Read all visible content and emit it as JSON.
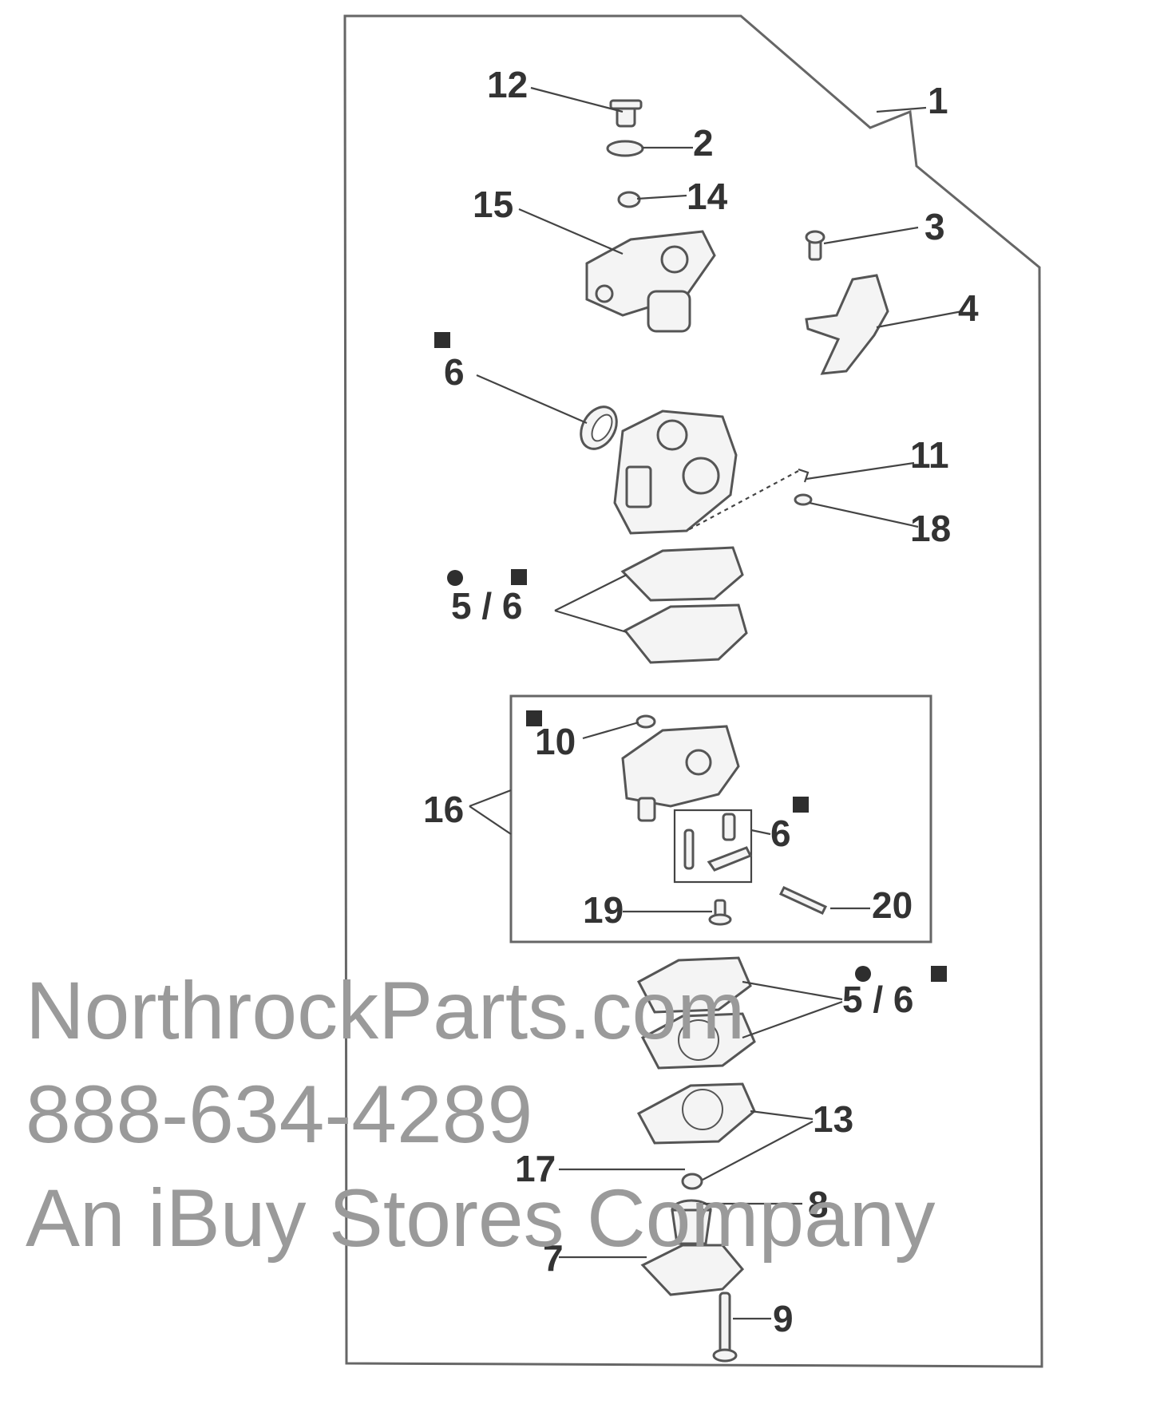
{
  "labels": {
    "p1": "1",
    "p2": "2",
    "p3": "3",
    "p4": "4",
    "p6a": "6",
    "p11": "11",
    "p12": "12",
    "p14": "14",
    "p15": "15",
    "p18": "18",
    "p56a": "5 / 6",
    "p10": "10",
    "p16": "16",
    "p6b": "6",
    "p19": "19",
    "p20": "20",
    "p56b": "5 / 6",
    "p13": "13",
    "p17": "17",
    "p8": "8",
    "p7": "7",
    "p9": "9"
  },
  "watermark": {
    "line1": "NorthrockParts.com",
    "line2": "888-634-4289",
    "line3": "An iBuy Stores Company"
  }
}
